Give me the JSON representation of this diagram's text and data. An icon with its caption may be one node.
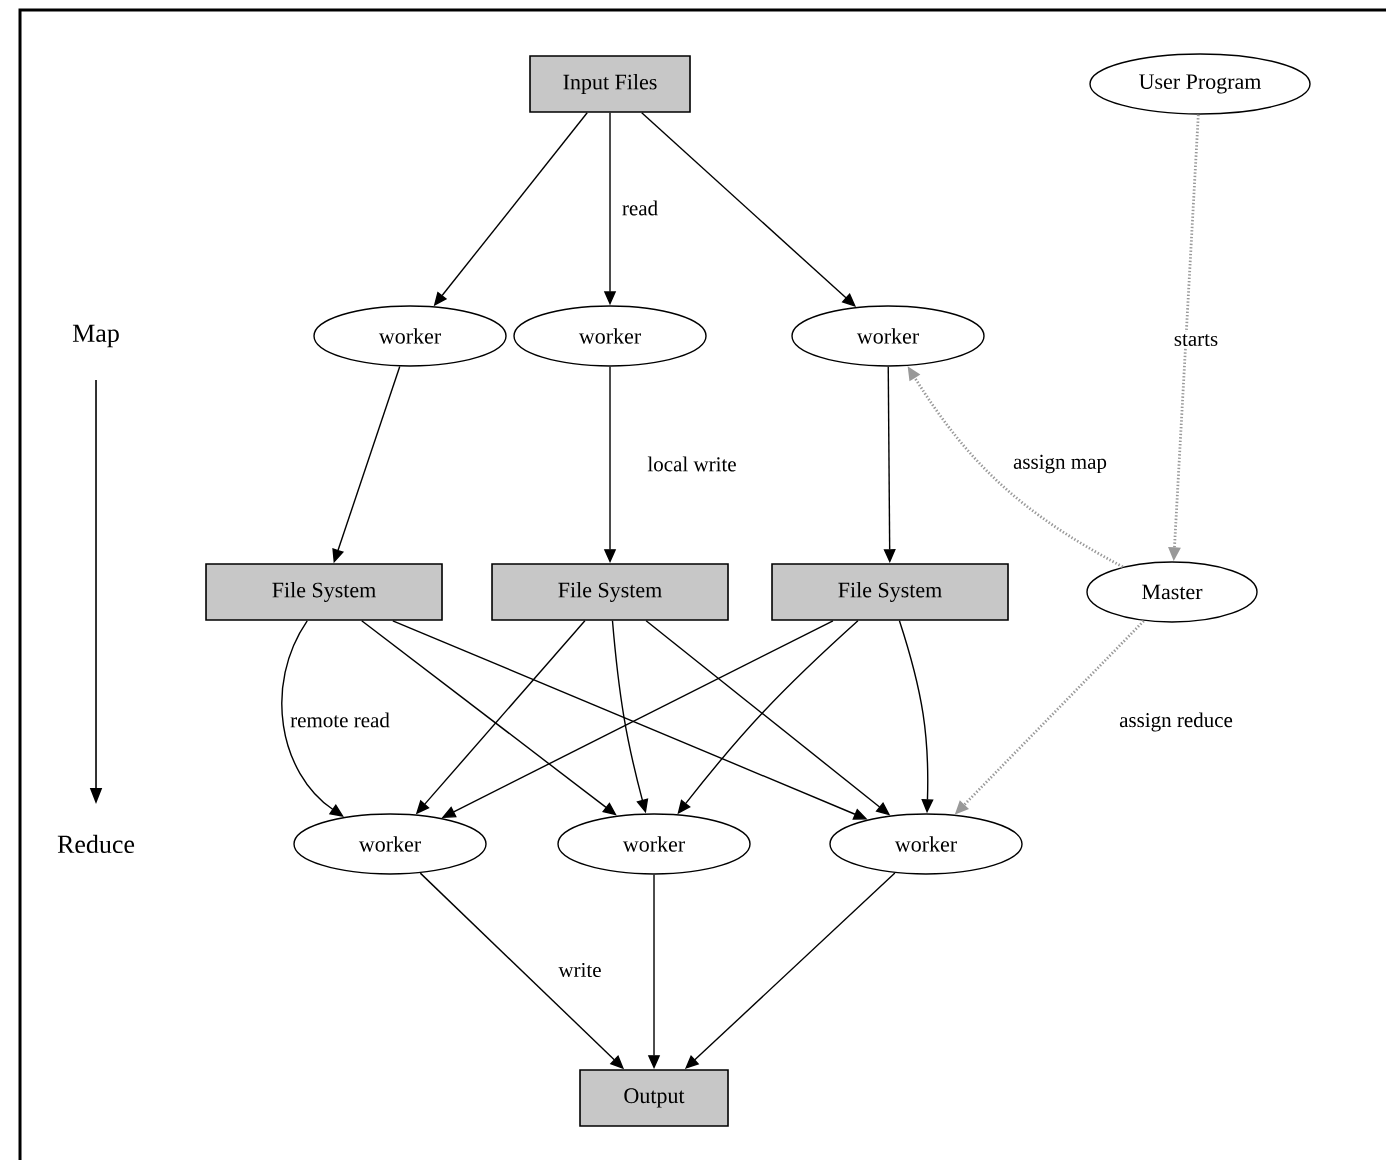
{
  "diagram": {
    "nodes": [
      {
        "text": [
          "Input Files"
        ]
      },
      {
        "text": [
          "User Program"
        ]
      },
      {
        "text": [
          "worker"
        ]
      },
      {
        "text": [
          "worker"
        ]
      },
      {
        "text": [
          "worker"
        ]
      },
      {
        "text": [
          "File System"
        ]
      },
      {
        "text": [
          "File System"
        ]
      },
      {
        "text": [
          "File System"
        ]
      },
      {
        "text": [
          "Master"
        ]
      },
      {
        "text": [
          "worker"
        ]
      },
      {
        "text": [
          "worker"
        ]
      },
      {
        "text": [
          "worker"
        ]
      },
      {
        "text": [
          "Output"
        ]
      }
    ],
    "edges": [
      {
        "from": 0,
        "to": 2,
        "arrow": "to"
      },
      {
        "from": 0,
        "to": 3,
        "arrow": "to",
        "label": "read"
      },
      {
        "from": 0,
        "to": 4,
        "arrow": "to"
      },
      {
        "from": 1,
        "to": 8,
        "arrow": "to",
        "label": "starts",
        "style": "dashed",
        "color": "#999999"
      },
      {
        "from": 8,
        "to": 4,
        "arrow": "to",
        "label": "assign map",
        "style": "dashed",
        "color": "#999999"
      },
      {
        "from": 2,
        "to": 5,
        "arrow": "to"
      },
      {
        "from": 3,
        "to": 6,
        "arrow": "to",
        "label": "local write"
      },
      {
        "from": 4,
        "to": 7,
        "arrow": "to"
      },
      {
        "from": 5,
        "to": 9,
        "arrow": "to",
        "label": "remote read"
      },
      {
        "from": 5,
        "to": 10,
        "arrow": "to"
      },
      {
        "from": 5,
        "to": 11,
        "arrow": "to"
      },
      {
        "from": 6,
        "to": 9,
        "arrow": "to"
      },
      {
        "from": 6,
        "to": 10,
        "arrow": "to"
      },
      {
        "from": 6,
        "to": 11,
        "arrow": "to"
      },
      {
        "from": 7,
        "to": 9,
        "arrow": "to"
      },
      {
        "from": 7,
        "to": 10,
        "arrow": "to"
      },
      {
        "from": 7,
        "to": 11,
        "arrow": "to"
      },
      {
        "from": 8,
        "to": 11,
        "arrow": "to",
        "label": "assign reduce",
        "style": "dashed",
        "color": "#999999"
      },
      {
        "from": 9,
        "to": 12,
        "arrow": "to",
        "label": "write"
      },
      {
        "from": 10,
        "to": 12,
        "arrow": "to"
      },
      {
        "from": 11,
        "to": 12,
        "arrow": "to"
      }
    ],
    "labels": [
      "Map",
      "Reduce"
    ]
  }
}
